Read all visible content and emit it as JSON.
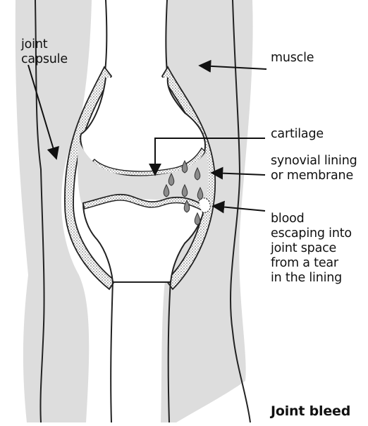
{
  "labels": {
    "joint_capsule": [
      "joint",
      "capsule"
    ],
    "muscle": "muscle",
    "cartilage": "cartilage",
    "synovial": [
      "synovial lining",
      "or membrane"
    ],
    "blood": [
      "blood",
      "escaping into",
      "joint space",
      "from a tear",
      "in the lining"
    ]
  },
  "caption": "Joint bleed",
  "colors": {
    "soft_tissue": "#dddddd",
    "outline": "#222222",
    "stipple": "#a8a8a8",
    "blood": "#8c8c8c",
    "background": "#ffffff"
  }
}
